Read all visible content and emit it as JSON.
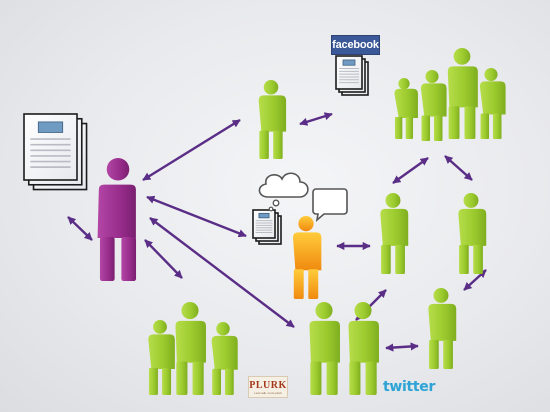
{
  "colors": {
    "background": "#e9eaed",
    "central_person": "#9a2d8e",
    "group_person": "#9bc92e",
    "highlighted_person": "#f3a21a",
    "arrow": "#5a2d86",
    "document_paper": "#ffffff",
    "document_header": "#6f9bc2"
  },
  "badges": {
    "facebook": "facebook",
    "plurk": "PLURK",
    "plurk_tagline": "Less talk, more plurk",
    "twitter": "twitter"
  },
  "icons": [
    "document-stack-icon",
    "person-icon",
    "cloud-icon",
    "speech-bubble-icon",
    "double-arrow-icon"
  ]
}
